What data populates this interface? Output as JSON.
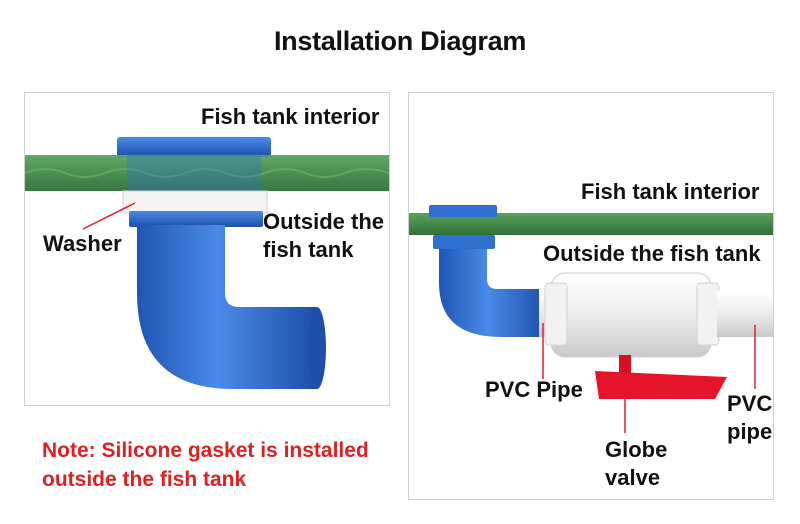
{
  "title": "Installation Diagram",
  "left_panel": {
    "fish_tank_interior": "Fish tank interior",
    "washer": "Washer",
    "outside_line1": "Outside the",
    "outside_line2": "fish tank"
  },
  "right_panel": {
    "fish_tank_interior": "Fish tank interior",
    "outside_the_fish_tank": "Outside the fish tank",
    "pvc_pipe_left": "PVC Pipe",
    "pvc_pipe_right_line1": "PVC",
    "pvc_pipe_right_line2": "pipe",
    "globe_valve_line1": "Globe",
    "globe_valve_line2": "valve"
  },
  "note": {
    "line1": "Note: Silicone gasket is installed",
    "line2": "outside the fish tank"
  },
  "colors": {
    "fitting_blue": "#2f6fd0",
    "glass_green": "#3f8a48",
    "pipe_white": "#ececec",
    "valve_handle_red": "#e5142a",
    "note_red": "#e02020",
    "leader_red": "#e0202a"
  }
}
